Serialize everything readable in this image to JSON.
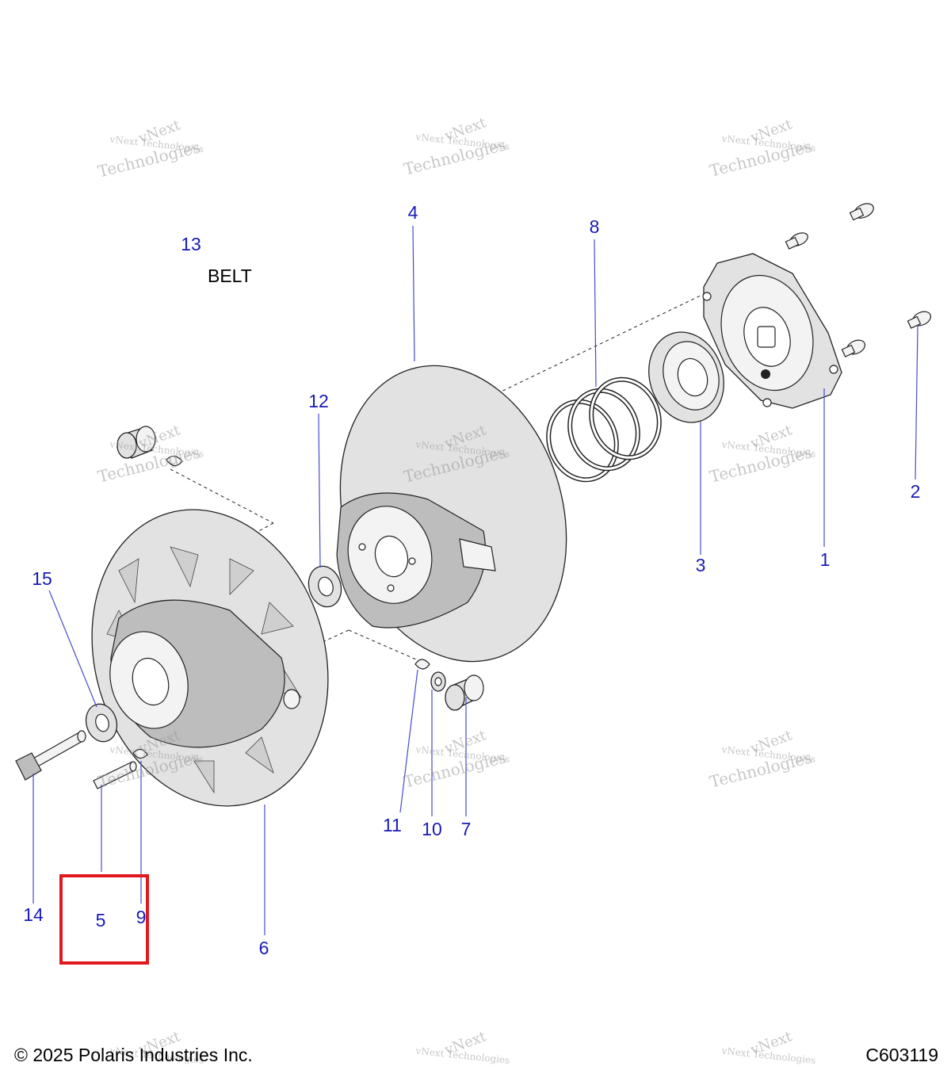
{
  "callouts": {
    "c1": "1",
    "c2": "2",
    "c3": "3",
    "c4": "4",
    "c5": "5",
    "c6": "6",
    "c7": "7",
    "c8": "8",
    "c9": "9",
    "c10": "10",
    "c11": "11",
    "c12": "12",
    "c13": "13",
    "c14": "14",
    "c15": "15"
  },
  "labels": {
    "belt": "BELT"
  },
  "watermark": {
    "line1": "vNext",
    "line2": "vNext Technologies",
    "line3": "Technologies"
  },
  "footer": {
    "copyright": "© 2025 Polaris Industries Inc.",
    "code": "C603119"
  },
  "colors": {
    "callout": "#1a1ab8",
    "highlight": "#e0191e"
  }
}
